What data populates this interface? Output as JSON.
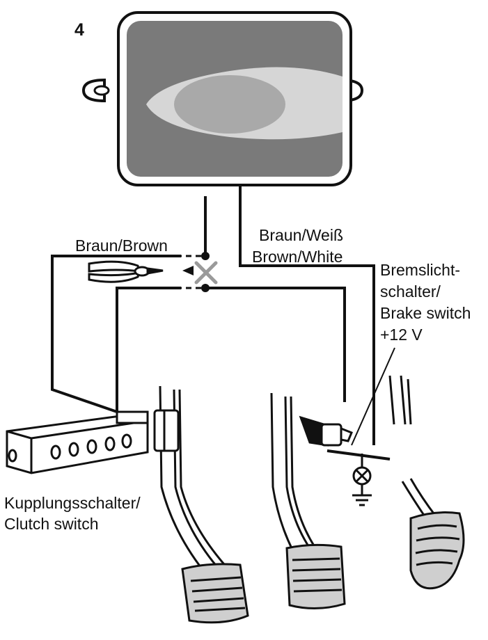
{
  "step_number": "4",
  "labels": {
    "brown_wire": "Braun/Brown",
    "brown_white_de": "Braun/Weiß",
    "brown_white_en": "Brown/White",
    "brake_switch_line1": "Bremslicht-",
    "brake_switch_line2": "schalter/",
    "brake_switch_line3": "Brake switch",
    "brake_switch_voltage": "+12 V",
    "clutch_switch_line1": "Kupplungsschalter/",
    "clutch_switch_line2": "Clutch switch"
  },
  "colors": {
    "ink": "#111111",
    "module_fill": "#7a7a7a",
    "module_highlight": "#d6d6d6",
    "module_center": "#a9a9a9",
    "cut_mark": "#9a9a9a",
    "pedal_fill": "#cfcfcf"
  }
}
